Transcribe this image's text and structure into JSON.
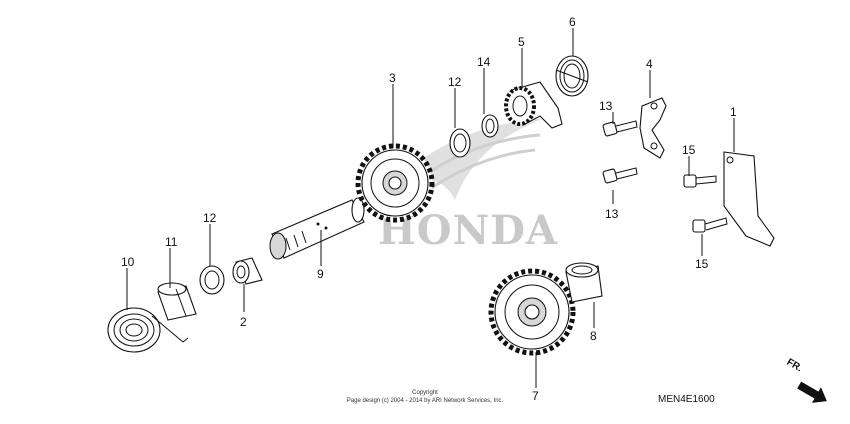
{
  "callouts": {
    "c1": "1",
    "c2": "2",
    "c3": "3",
    "c4": "4",
    "c5": "5",
    "c6": "6",
    "c7": "7",
    "c8": "8",
    "c9": "9",
    "c10": "10",
    "c11": "11",
    "c12a": "12",
    "c12b": "12",
    "c13a": "13",
    "c13b": "13",
    "c14": "14",
    "c15a": "15",
    "c15b": "15"
  },
  "watermark": "HONDA",
  "copyright": {
    "line1": "Copyright",
    "line2": "Page design (c) 2004 - 2014 by ARI Network Services, Inc."
  },
  "diagram_code": "MEN4E1600",
  "front_indicator": "FR.",
  "colors": {
    "line": "#111111",
    "watermark": "#c9c9c9",
    "background": "#ffffff"
  }
}
